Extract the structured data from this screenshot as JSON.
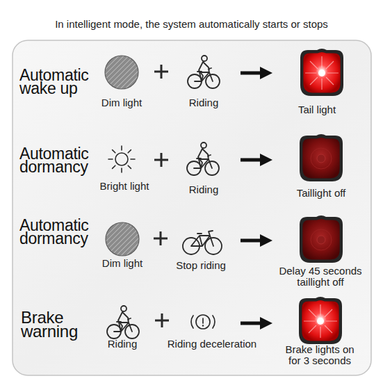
{
  "diagram": {
    "title": "In intelligent mode, the system automatically starts or stops",
    "labels": [
      "Automatic wake up",
      "Dim light",
      "Riding",
      "Tail light",
      "Automatic dormancy",
      "Bright light",
      "Riding",
      "Taillight off",
      "Automatic dormancy",
      "Dim light",
      "Stop riding",
      "Delay 45 seconds taillight off",
      "Brake warning",
      "Riding",
      "Riding deceleration",
      "Brake lights on for 3 seconds"
    ]
  }
}
